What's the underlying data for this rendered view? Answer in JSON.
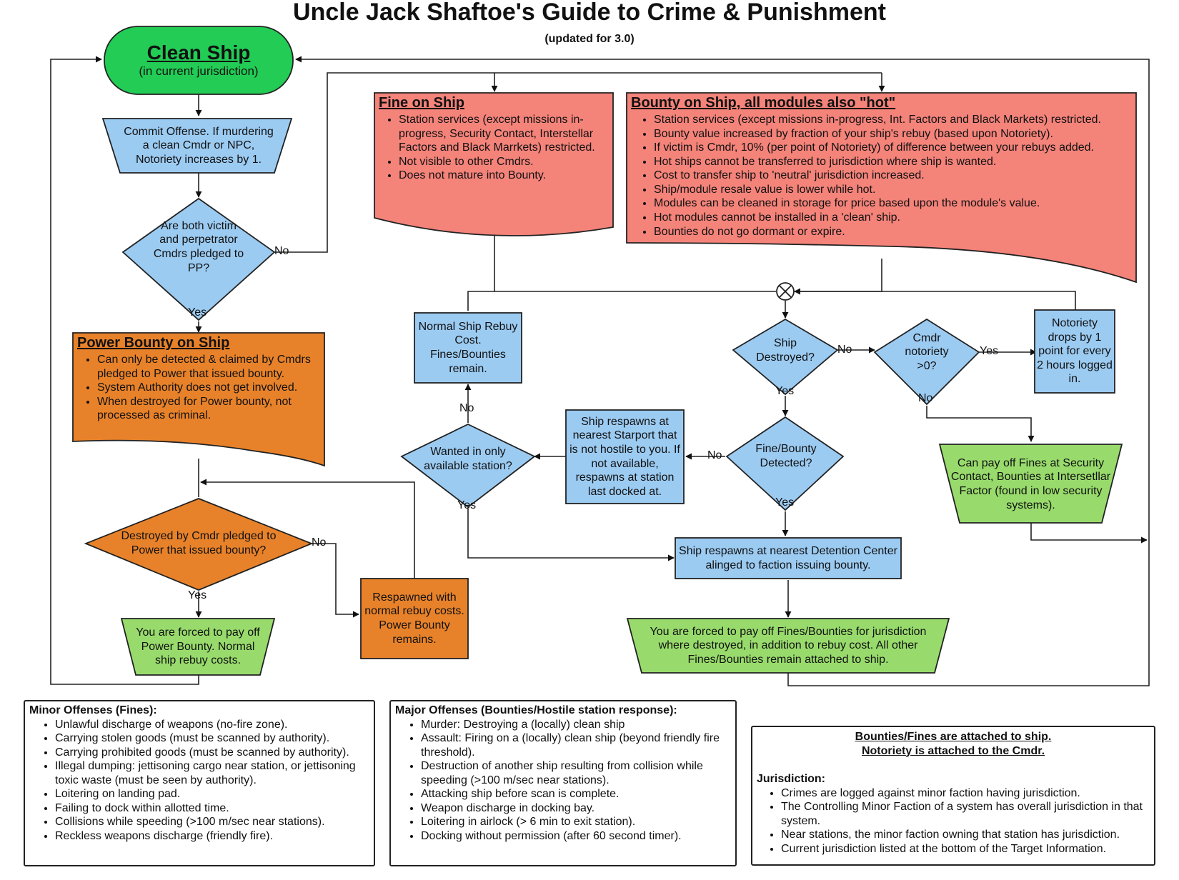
{
  "title": "Uncle Jack Shaftoe's Guide to Crime & Punishment",
  "subtitle": "(updated for 3.0)",
  "colors": {
    "green_start": "#22cc55",
    "blue": "#9ccbf2",
    "red": "#f4837a",
    "orange": "#e8822a",
    "light_green": "#98db6c"
  },
  "nodes": {
    "clean_ship": {
      "title": "Clean Ship",
      "sub": "(in current jurisdiction)"
    },
    "commit_offense": "Commit Offense. If murdering a clean Cmdr or NPC, Notoriety increases by 1.",
    "pledged_decision": "Are both victim and perpetrator Cmdrs pledged to PP?",
    "fine_on_ship": {
      "title": "Fine on Ship",
      "items": [
        "Station services (except missions in-progress, Security Contact, Interstellar Factors and Black Marrkets) restricted.",
        "Not visible to other Cmdrs.",
        "Does not mature into Bounty."
      ]
    },
    "bounty_on_ship": {
      "title": "Bounty on Ship, all modules also \"hot\"",
      "items": [
        "Station services (except missions in-progress, Int. Factors and Black Markets) restricted.",
        "Bounty value increased by fraction of your ship's rebuy (based upon Notoriety).",
        "If victim is Cmdr, 10% (per point of Notoriety) of difference between your rebuys added.",
        "Hot ships cannot be transferred to jurisdiction where ship is wanted.",
        "Cost to transfer ship to 'neutral' jurisdiction increased.",
        "Ship/module resale value is lower while hot.",
        "Modules can be cleaned in storage for price based upon the module's value.",
        "Hot modules cannot be installed in a 'clean' ship.",
        "Bounties do not go dormant or expire."
      ]
    },
    "power_bounty": {
      "title": "Power Bounty on Ship",
      "items": [
        "Can only be detected & claimed by Cmdrs pledged to Power that issued bounty.",
        "System Authority does not get involved.",
        "When destroyed for Power bounty, not processed as criminal."
      ]
    },
    "normal_rebuy": "Normal Ship Rebuy Cost. Fines/Bounties remain.",
    "ship_destroyed": "Ship Destroyed?",
    "notoriety_gt0": "Cmdr notoriety >0?",
    "notoriety_drops": "Notoriety drops by 1 point for every 2 hours logged in.",
    "wanted_station": "Wanted in only available station?",
    "respawn_starport": "Ship respawns at nearest Starport that is not hostile to you. If not available, respawns at station last docked at.",
    "fine_detected": "Fine/Bounty Detected?",
    "pay_security": "Can pay off Fines at Security Contact, Bounties at Intersetllar Factor (found in low security systems).",
    "destroyed_by_cmdr": "Destroyed by Cmdr pledged to Power that issued bounty?",
    "respawned_normal": "Respawned with normal rebuy costs. Power Bounty remains.",
    "respawn_detention": "Ship respawns at nearest Detention Center alinged to faction issuing bounty.",
    "forced_power": "You are forced to pay off Power Bounty. Normal ship rebuy costs.",
    "forced_fines": "You are forced to pay off Fines/Bounties for jurisdiction where destroyed, in addition to rebuy cost. All other Fines/Bounties remain attached to ship."
  },
  "labels": {
    "yes": "Yes",
    "no": "No"
  },
  "minor_offenses": {
    "title": "Minor Offenses (Fines):",
    "items": [
      "Unlawful discharge of weapons (no-fire zone).",
      "Carrying stolen goods (must be scanned by authority).",
      "Carrying prohibited goods (must be scanned by authority).",
      "Illegal dumping: jettisoning cargo near station, or jettisoning toxic waste (must be seen by authority).",
      "Loitering on landing pad.",
      "Failing to dock within allotted time.",
      "Collisions while speeding (>100 m/sec near stations).",
      "Reckless weapons discharge (friendly fire)."
    ]
  },
  "major_offenses": {
    "title": "Major Offenses (Bounties/Hostile station response):",
    "items": [
      "Murder: Destroying a (locally) clean ship",
      "Assault: Firing on a (locally) clean ship (beyond friendly fire threshold).",
      "Destruction of another ship resulting from collision while speeding (>100 m/sec near stations).",
      "Attacking ship before scan is complete.",
      "Weapon discharge in docking bay.",
      "Loitering in airlock (> 6 min to exit station).",
      "Docking without permission (after 60 second timer)."
    ]
  },
  "notes": {
    "line1": "Bounties/Fines are attached to ship.",
    "line2": "Notoriety is attached to the Cmdr.",
    "jurisdiction_title": "Jurisdiction:",
    "items": [
      "Crimes are logged against minor faction having jurisdiction.",
      "The Controlling Minor Faction of a system has overall jurisdiction in that system.",
      "Near stations, the minor faction owning that station has jurisdiction.",
      "Current jurisdiction listed at the bottom of the Target Information."
    ]
  }
}
